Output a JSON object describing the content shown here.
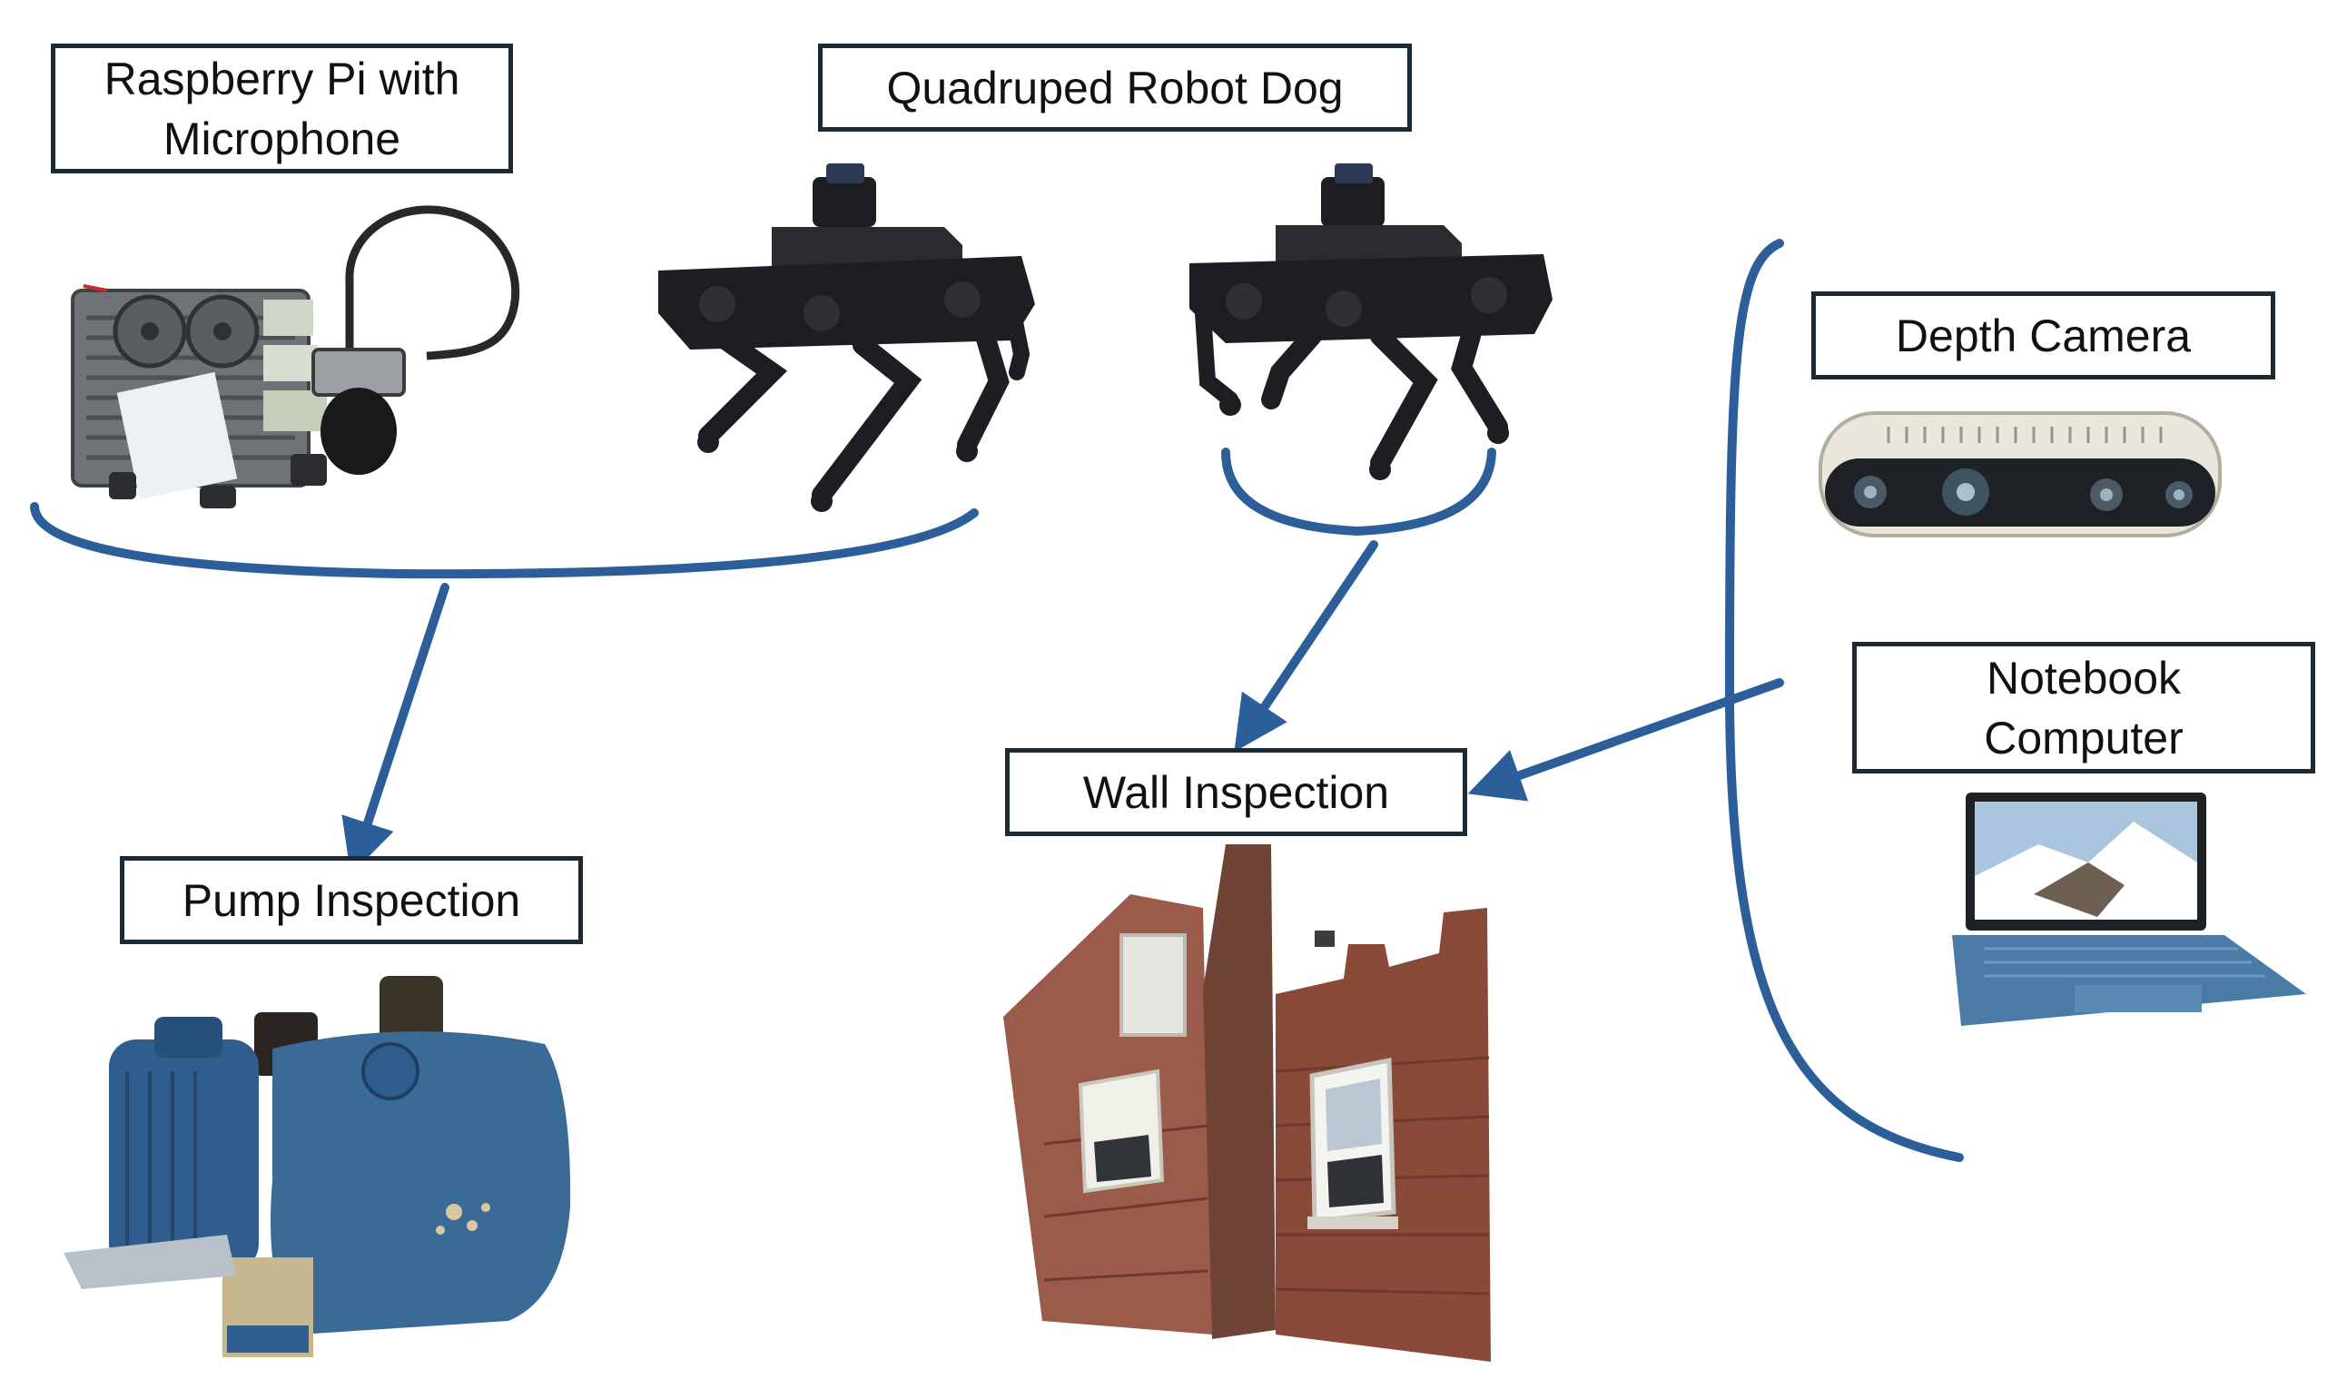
{
  "labels": {
    "rpi": [
      "Raspberry Pi with",
      "Microphone"
    ],
    "dog": "Quadruped Robot Dog",
    "depth_camera": "Depth Camera",
    "notebook": [
      "Notebook",
      "Computer"
    ],
    "wall": "Wall Inspection",
    "pump": "Pump Inspection"
  },
  "colors": {
    "connector": "#2c5e9a",
    "box_border": "#1a2b35",
    "robot": "#1c1e22",
    "pump": "#2f5e8e",
    "brick": "#8a4a3a",
    "laptop": "#4a7aa6"
  },
  "icons": {
    "rpi": "raspberry-pi-microphone-photo",
    "dog": "robot-dog-photo",
    "camera": "depth-camera-photo",
    "laptop": "notebook-computer-photo",
    "pump": "pump-photo",
    "building": "brick-wall-building-photo"
  }
}
